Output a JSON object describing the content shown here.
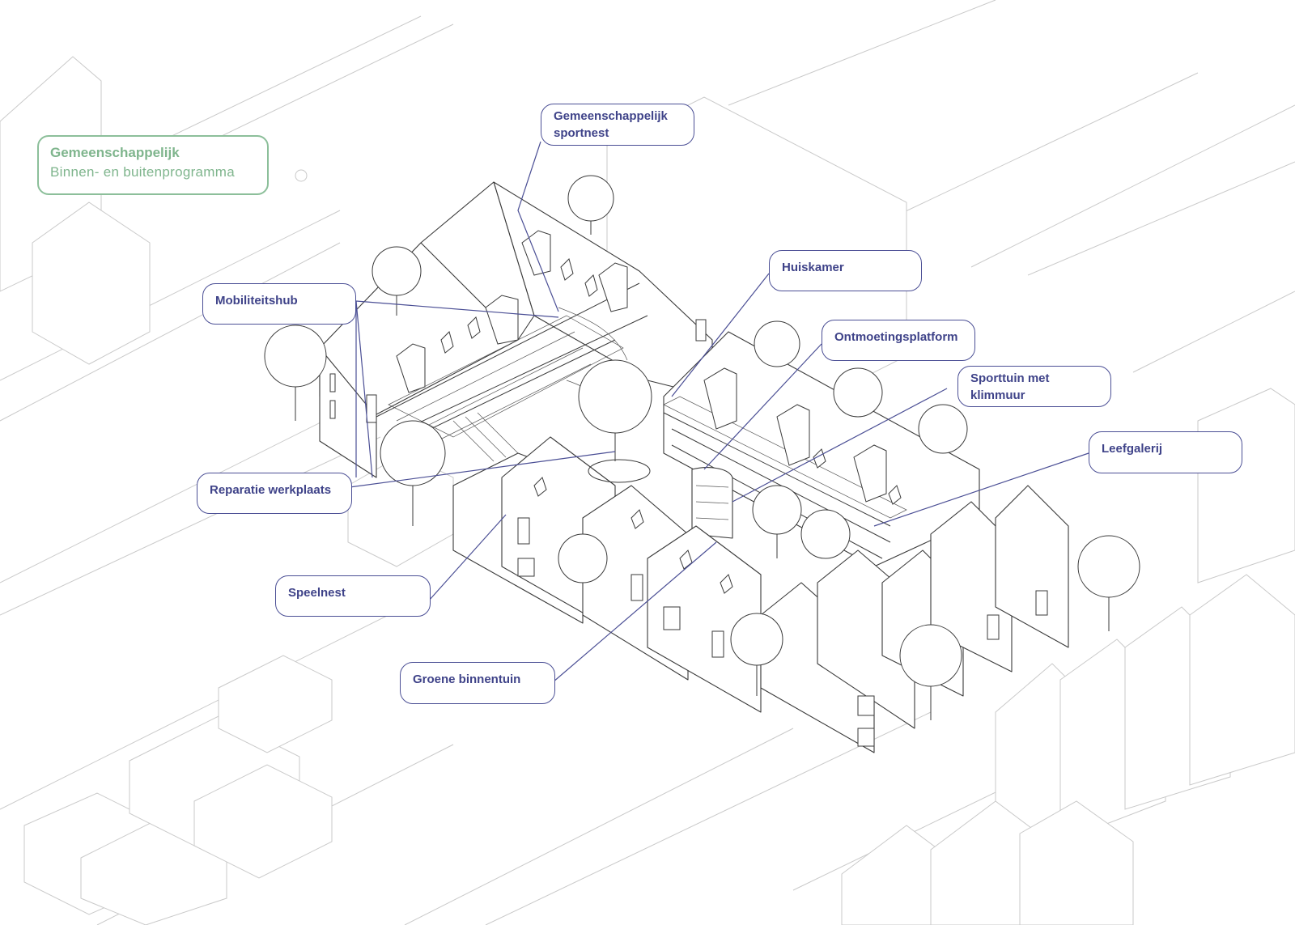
{
  "legend": {
    "title": "Gemeenschappelijk",
    "subtitle": "Binnen- en buitenprogramma"
  },
  "labels": {
    "sportnest": [
      "Gemeenschappelijk",
      "sportnest"
    ],
    "mobiliteitshub": "Mobiliteitshub",
    "huiskamer": "Huiskamer",
    "ontmoetingsplatform": "Ontmoetingsplatform",
    "sporttuin": [
      "Sporttuin met",
      "klimmuur"
    ],
    "leefgalerij": "Leefgalerij",
    "reparatie": "Reparatie werkplaats",
    "speelnest": "Speelnest",
    "binnentuin": "Groene binnentuin"
  },
  "colors": {
    "callout": "#4b4f95",
    "legend": "#8cbf9a",
    "drawing": "#3a3a3a",
    "context": "#c9c9c9"
  }
}
